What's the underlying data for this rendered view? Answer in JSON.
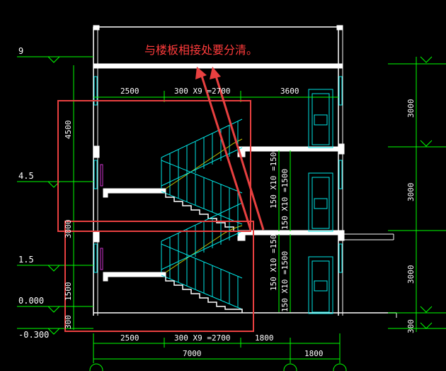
{
  "annotation": {
    "note": "与楼板相接处要分清。",
    "color": "#ff3b3b"
  },
  "colors": {
    "background": "#000000",
    "dimension": "#00ff00",
    "structure": "#ffffff",
    "stair": "#00e5e5",
    "stair_fill": "#c8c800",
    "highlight": "#e84040",
    "door": "#00e5e5",
    "accent_purple": "#cc33cc"
  },
  "elevations_left": [
    {
      "label": "9"
    },
    {
      "label": "4.5"
    },
    {
      "label": "1.5"
    },
    {
      "label": "0.000"
    },
    {
      "label": "-0.300"
    }
  ],
  "dims_left_vertical": [
    {
      "label": "4500"
    },
    {
      "label": "3000"
    },
    {
      "label": "1500"
    },
    {
      "label": "300"
    }
  ],
  "dims_right_vertical": [
    {
      "label": "3000"
    },
    {
      "label": "3000"
    },
    {
      "label": "3000"
    },
    {
      "label": "300"
    }
  ],
  "dims_top": [
    {
      "label": "2500"
    },
    {
      "label": "300 X9 =2700"
    },
    {
      "label": "3600"
    }
  ],
  "dims_bottom": [
    {
      "label": "2500"
    },
    {
      "label": "300 X9 =2700"
    },
    {
      "label": "1800"
    }
  ],
  "dims_total": [
    {
      "label": "7000"
    },
    {
      "label": "1800"
    }
  ],
  "stair_dims": [
    {
      "label": "150 X10 =1500"
    },
    {
      "label": "150 X10 =1500"
    },
    {
      "label": "150 X10 =1500"
    },
    {
      "label": "150 X10 =1500"
    }
  ]
}
